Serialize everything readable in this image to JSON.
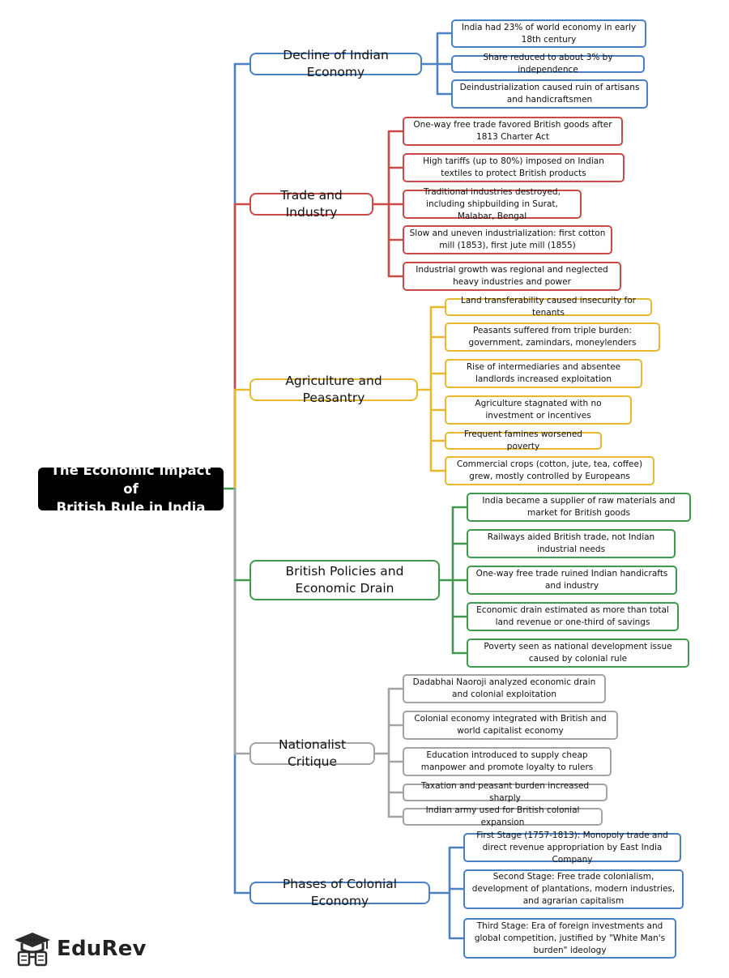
{
  "root": {
    "line1": "The Economic Impact of",
    "line2": "British Rule in India"
  },
  "colors": {
    "blue": "#4a80c4",
    "red": "#c94a47",
    "yellow": "#e6b92e",
    "green": "#3f9a4f",
    "gray": "#a3a3a3"
  },
  "branches": {
    "decline": {
      "title": "Decline of Indian Economy",
      "items": [
        "India had 23% of world economy in early 18th century",
        "Share reduced to about 3% by independence",
        "Deindustrialization caused ruin of artisans and handicraftsmen"
      ]
    },
    "trade": {
      "title": "Trade and Industry",
      "items": [
        "One-way free trade favored British goods after 1813 Charter Act",
        "High tariffs (up to 80%) imposed on Indian textiles to protect British products",
        "Traditional industries destroyed, including shipbuilding in Surat, Malabar, Bengal",
        "Slow and uneven industrialization: first cotton mill (1853), first jute mill (1855)",
        "Industrial growth was regional and neglected heavy industries and power"
      ]
    },
    "agriculture": {
      "title": "Agriculture and Peasantry",
      "items": [
        "Land transferability caused insecurity for tenants",
        "Peasants suffered from triple burden: government, zamindars, moneylenders",
        "Rise of intermediaries and absentee landlords increased exploitation",
        "Agriculture stagnated with no investment or incentives",
        "Frequent famines worsened poverty",
        "Commercial crops (cotton, jute, tea, coffee) grew, mostly controlled by Europeans"
      ]
    },
    "policies": {
      "title": "British Policies and Economic Drain",
      "items": [
        "India became a supplier of raw materials and market for British goods",
        "Railways aided British trade, not Indian industrial needs",
        "One-way free trade ruined Indian handicrafts and industry",
        "Economic drain estimated as more than total land revenue or one-third of savings",
        "Poverty seen as national development issue caused by colonial rule"
      ]
    },
    "critique": {
      "title": "Nationalist Critique",
      "items": [
        "Dadabhai Naoroji analyzed economic drain and colonial exploitation",
        "Colonial economy integrated with British and world capitalist economy",
        "Education introduced to supply cheap manpower and promote loyalty to rulers",
        "Taxation and peasant burden increased sharply",
        "Indian army used for British colonial expansion"
      ]
    },
    "phases": {
      "title": "Phases of Colonial Economy",
      "items": [
        "First Stage (1757-1813): Monopoly trade and direct revenue appropriation by East India Company",
        "Second Stage: Free trade colonialism, development of plantations, modern industries, and agrarian capitalism",
        "Third Stage: Era of foreign investments and global competition, justified by \"White Man's burden\" ideology"
      ]
    }
  },
  "logo": {
    "text": "EduRev",
    "icon": "graduation-cap-icon"
  }
}
